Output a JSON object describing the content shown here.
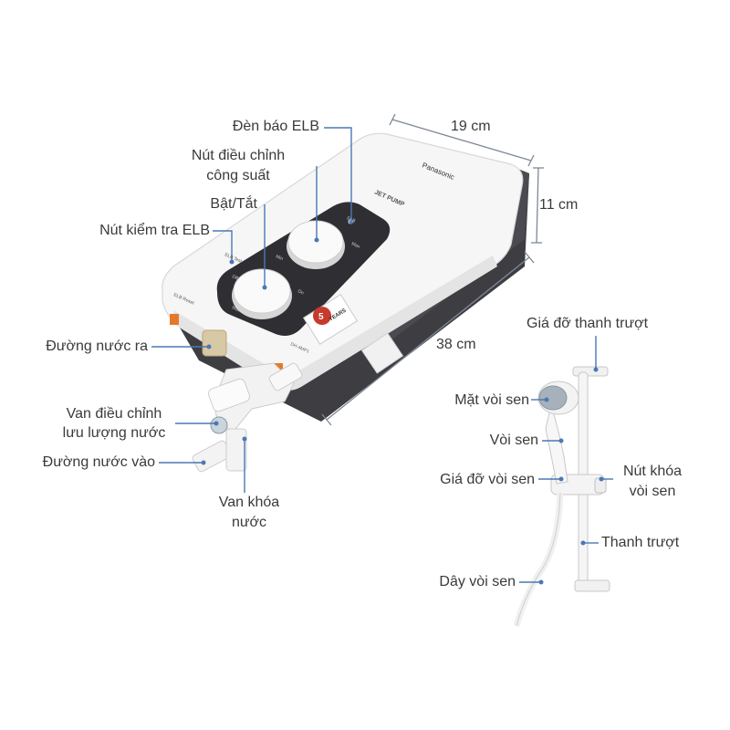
{
  "accent_color": "#4a78b4",
  "device": {
    "brand": "Panasonic",
    "series": "JET PUMP",
    "model": "DH-4MP1",
    "main_switch": "Main switch",
    "elb_reset": "ELB Reset",
    "elb_test": "ELB Test",
    "on": "On",
    "off": "Off",
    "max": "Max",
    "min": "Min",
    "elb": "ELB",
    "warranty_years": "5",
    "warranty_text": "YEARS"
  },
  "dimensions": {
    "width": "19 cm",
    "depth": "11 cm",
    "height": "38 cm"
  },
  "labels": {
    "elb_light": "Đèn báo ELB",
    "power_knob_1": "Nút điều chỉnh",
    "power_knob_2": "công suất",
    "on_off": "Bật/Tắt",
    "elb_test_button": "Nút kiểm tra ELB",
    "water_out": "Đường nước ra",
    "flow_valve_1": "Van điều chỉnh",
    "flow_valve_2": "lưu lượng nước",
    "water_in": "Đường nước vào",
    "shutoff_valve_1": "Van khóa",
    "shutoff_valve_2": "nước",
    "slide_holder": "Giá đỡ thanh trượt",
    "shower_face": "Mặt vòi sen",
    "shower_head": "Vòi sen",
    "shower_holder": "Giá đỡ vòi sen",
    "shower_lock_1": "Nút khóa",
    "shower_lock_2": "vòi sen",
    "slide_bar": "Thanh trượt",
    "shower_hose": "Dây vòi sen"
  }
}
